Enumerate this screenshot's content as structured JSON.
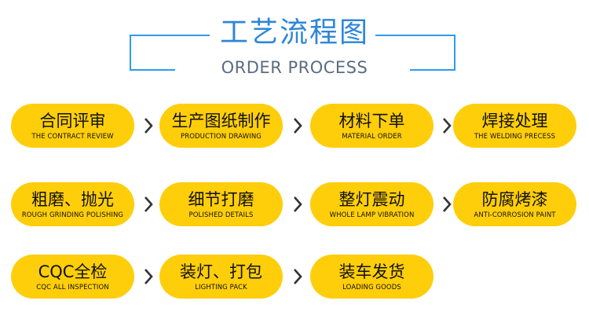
{
  "header": {
    "title": "工艺流程图",
    "subtitle": "ORDER PROCESS"
  },
  "steps": [
    {
      "zh": "合同评审",
      "en": "THE CONTRACT REVIEW"
    },
    {
      "zh": "生产图纸制作",
      "en": "PRODUCTION DRAWING"
    },
    {
      "zh": "材料下单",
      "en": "MATERIAL ORDER"
    },
    {
      "zh": "焊接处理",
      "en": "THE WELDING PRECESS"
    },
    {
      "zh": "粗磨、抛光",
      "en": "ROUGH GRINDING POLISHING"
    },
    {
      "zh": "细节打磨",
      "en": "POLISHED DETAILS"
    },
    {
      "zh": "整灯震动",
      "en": "WHOLE LAMP VIBRATION"
    },
    {
      "zh": "防腐烤漆",
      "en": "ANTI-CORROSION PAINT"
    },
    {
      "zh": "CQC全检",
      "en": "CQC ALL INSPECTION"
    },
    {
      "zh": "装灯、打包",
      "en": "LIGHTING PACK"
    },
    {
      "zh": "装车发货",
      "en": "LOADING GOODS"
    }
  ],
  "colors": {
    "accent": "#2f86d8",
    "frame": "#2f9bef",
    "pill": "#ffce0a",
    "arrow": "#333333"
  },
  "icons": {
    "arrow": "chevron-right-icon"
  }
}
